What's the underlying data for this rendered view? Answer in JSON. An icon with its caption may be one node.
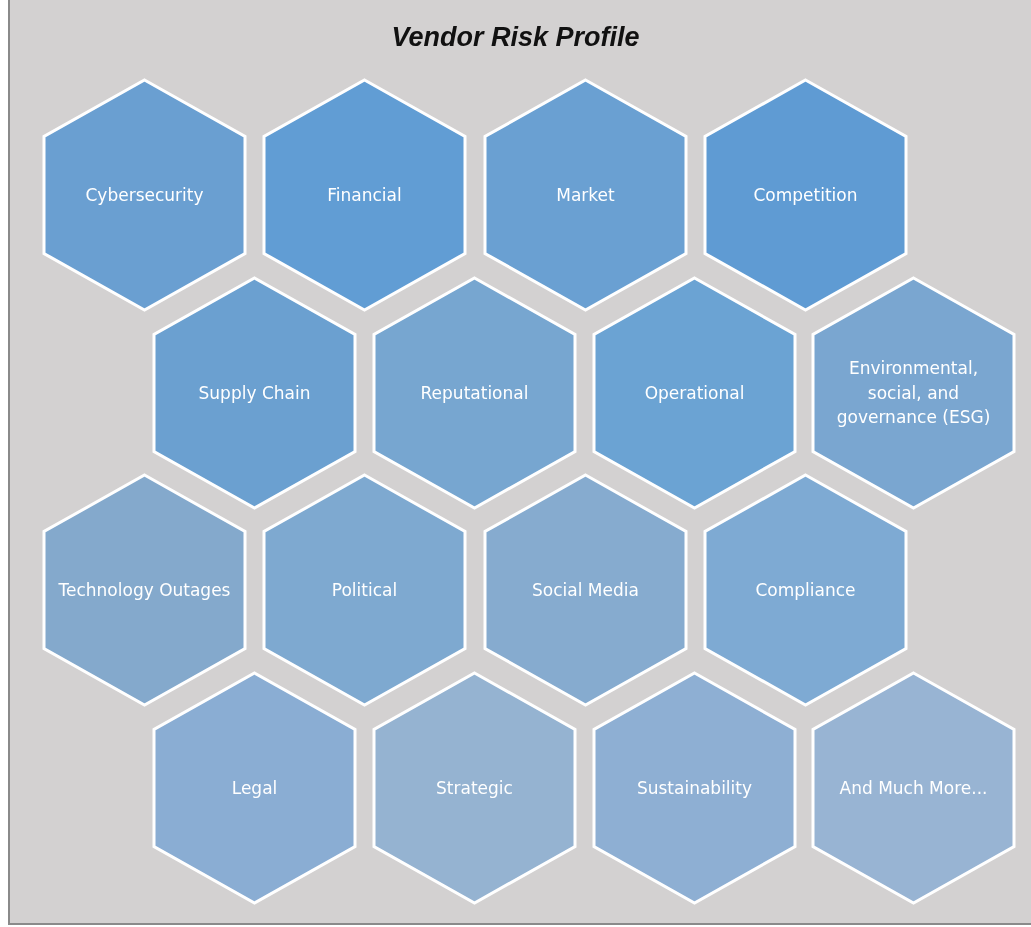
{
  "diagram": {
    "title": "Vendor Risk Profile",
    "nodes": [
      {
        "text": [
          "Cybersecurity"
        ]
      },
      {
        "text": [
          "Financial"
        ]
      },
      {
        "text": [
          "Market"
        ]
      },
      {
        "text": [
          "Competition"
        ]
      },
      {
        "text": [
          "Supply Chain"
        ]
      },
      {
        "text": [
          "Reputational"
        ]
      },
      {
        "text": [
          "Operational"
        ]
      },
      {
        "text": [
          "Environmental, social, and governance (ESG)"
        ]
      },
      {
        "text": [
          "Technology Outages"
        ]
      },
      {
        "text": [
          "Political"
        ]
      },
      {
        "text": [
          "Social Media"
        ]
      },
      {
        "text": [
          "Compliance"
        ]
      },
      {
        "text": [
          "Legal"
        ]
      },
      {
        "text": [
          "Strategic"
        ]
      },
      {
        "text": [
          "Sustainability"
        ]
      },
      {
        "text": [
          "And Much More..."
        ]
      }
    ],
    "edges": []
  }
}
